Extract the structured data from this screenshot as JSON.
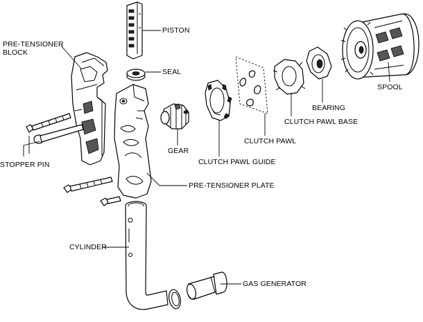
{
  "diagram": {
    "labels": {
      "piston": "PISTON",
      "seal": "SEAL",
      "pretensioner_block_line1": "PRE-TENSIONER",
      "pretensioner_block_line2": "BLOCK",
      "stopper_pin": "STOPPER PIN",
      "gear": "GEAR",
      "clutch_pawl_guide": "CLUTCH PAWL GUIDE",
      "clutch_pawl": "CLUTCH PAWL",
      "clutch_pawl_base": "CLUTCH PAWL BASE",
      "bearing": "BEARING",
      "spool": "SPOOL",
      "pretensioner_plate": "PRE-TENSIONER PLATE",
      "cylinder": "CYLINDER",
      "gas_generator": "GAS GENERATOR"
    }
  }
}
